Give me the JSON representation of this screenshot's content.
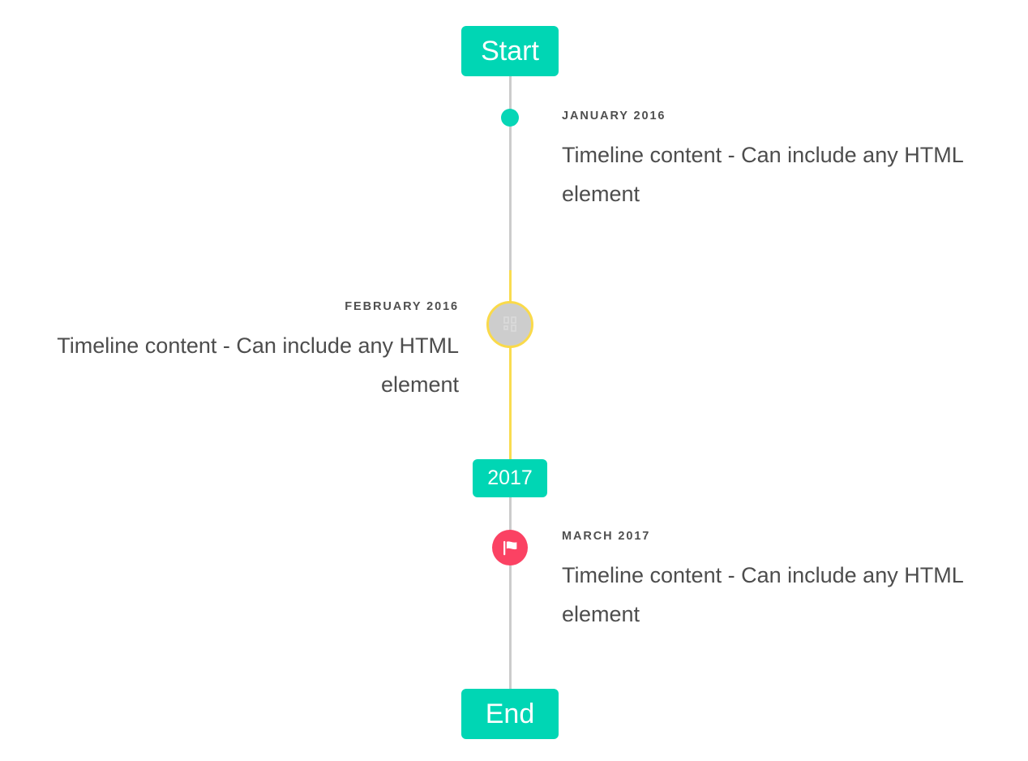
{
  "colors": {
    "accent_teal": "#00d6b4",
    "marker_teal": "#06d6b6",
    "highlight_yellow": "#fada4a",
    "alert_pink": "#fb4263",
    "rail_gray": "#cccccc",
    "marker_gray": "#cdcdcd",
    "text_dark": "#4d4d4d"
  },
  "timeline": {
    "start_label": "Start",
    "middle_label": "2017",
    "end_label": "End",
    "entries": [
      {
        "date": "January 2016",
        "body": "Timeline content - Can include any HTML element",
        "side": "right",
        "marker": "dot-icon"
      },
      {
        "date": "February 2016",
        "body": "Timeline content - Can include any HTML element",
        "side": "left",
        "marker": "missing-glyph-icon"
      },
      {
        "date": "March 2017",
        "body": "Timeline content - Can include any HTML element",
        "side": "right",
        "marker": "flag-icon"
      }
    ]
  }
}
